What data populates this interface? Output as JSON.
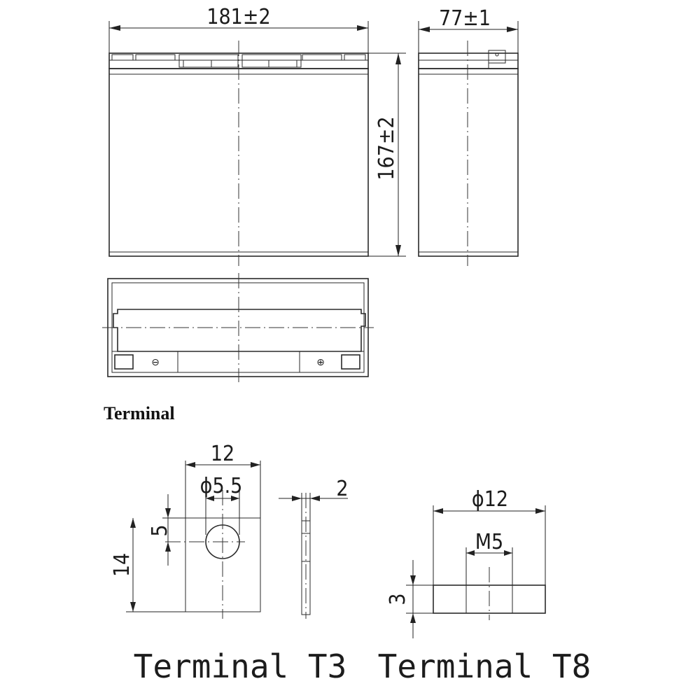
{
  "dimensions": {
    "length": "181±2",
    "width": "77±1",
    "height": "167±2"
  },
  "section_title": "Terminal",
  "terminal_t3": {
    "width": "12",
    "hole": "ϕ5.5",
    "thickness": "2",
    "hole_offset": "5",
    "height": "14",
    "caption": "Terminal T3"
  },
  "terminal_t8": {
    "diameter": "ϕ12",
    "thread": "M5",
    "height": "3",
    "caption": "Terminal T8"
  },
  "polarity": {
    "negative": "⊖",
    "positive": "⊕"
  }
}
